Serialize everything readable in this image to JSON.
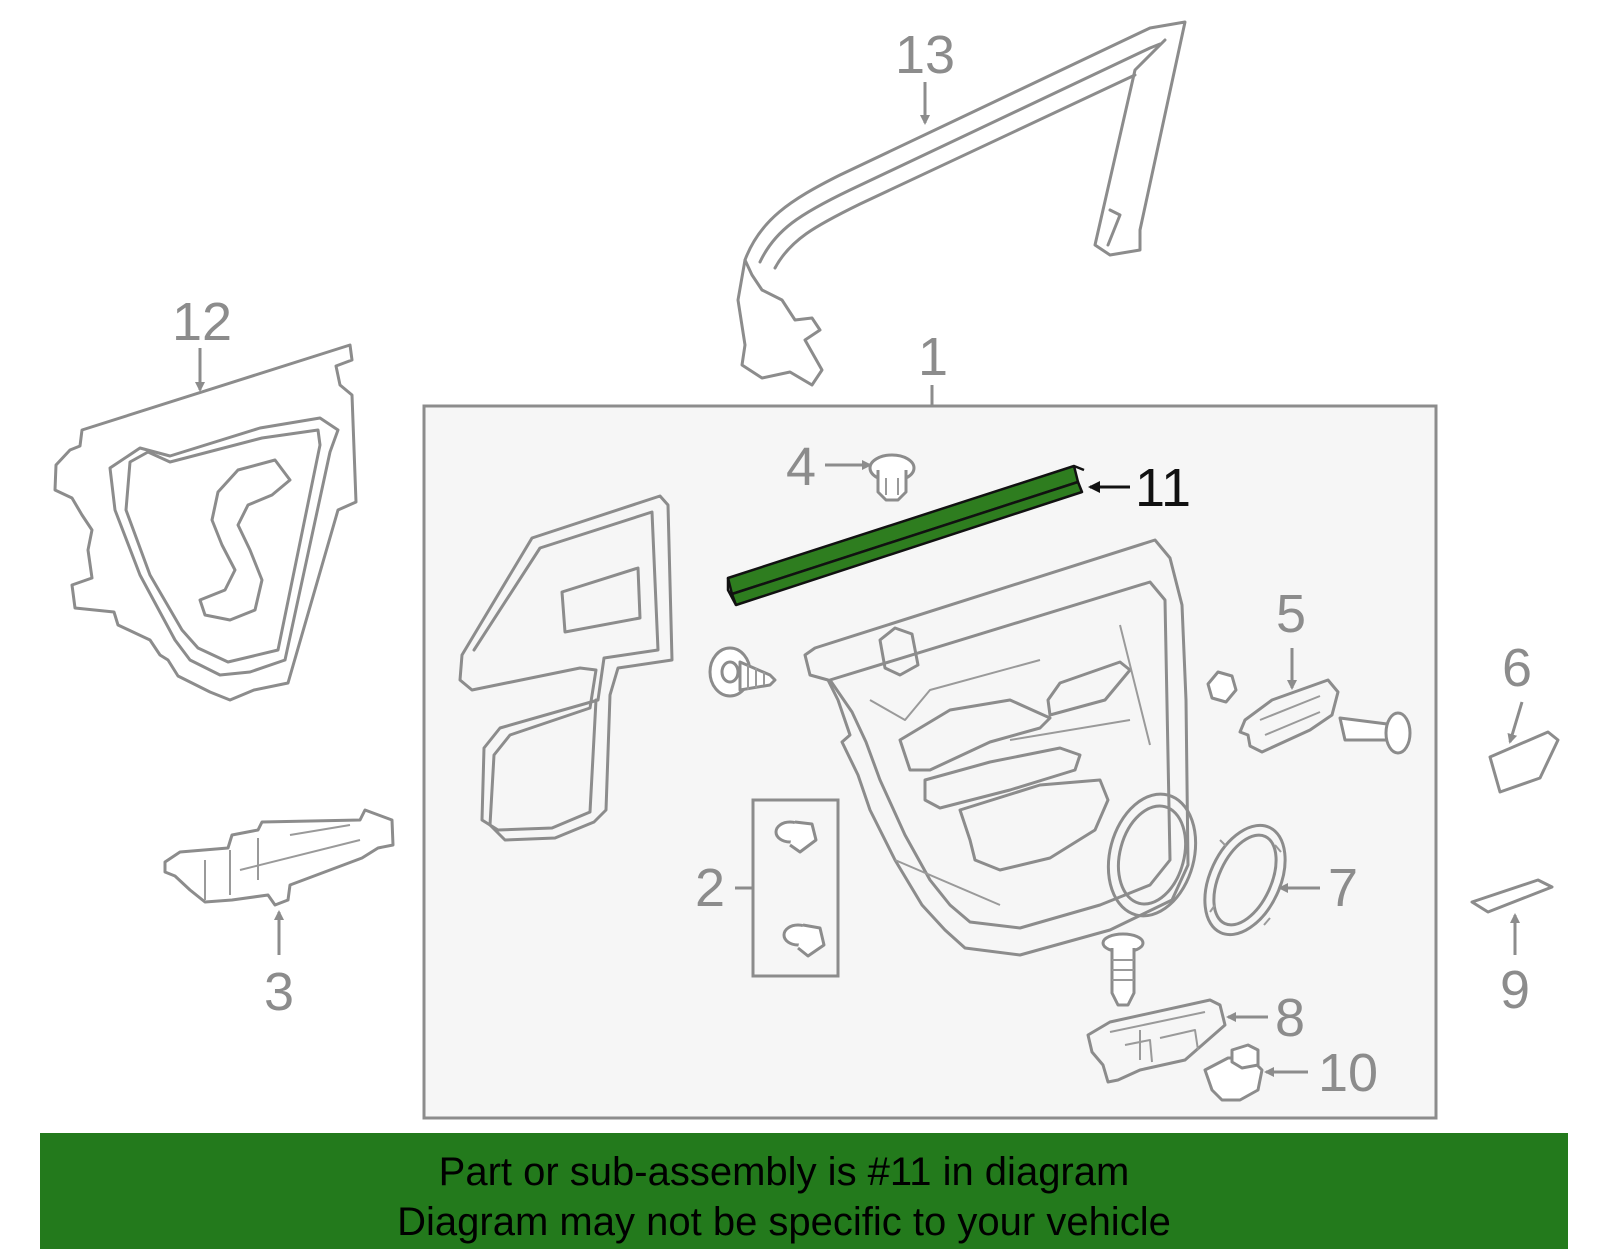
{
  "callouts": {
    "c1": "1",
    "c2": "2",
    "c3": "3",
    "c4": "4",
    "c5": "5",
    "c6": "6",
    "c7": "7",
    "c8": "8",
    "c9": "9",
    "c10": "10",
    "c11": "11",
    "c12": "12",
    "c13": "13"
  },
  "highlight": {
    "part": "11",
    "color": "#2e7d1f"
  },
  "banner": {
    "line1": "Part or sub-assembly is #11 in diagram",
    "line2": "Diagram may not be specific to your vehicle",
    "background": "#237a1c"
  }
}
